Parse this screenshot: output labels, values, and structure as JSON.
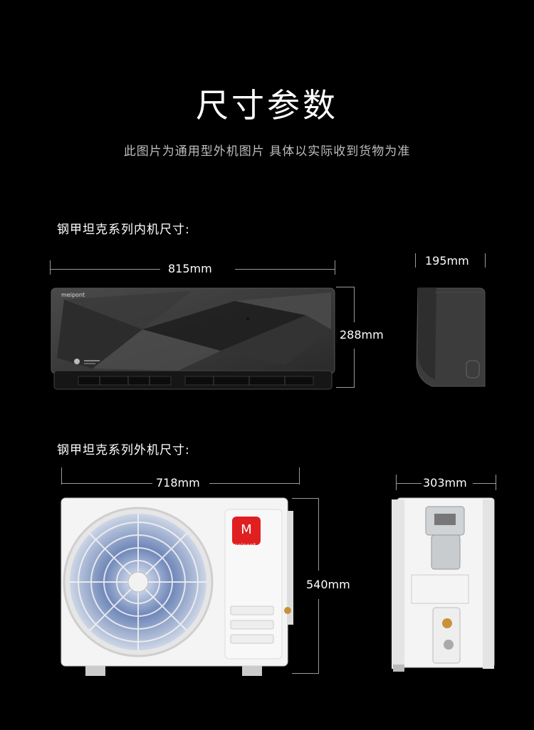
{
  "header": {
    "title": "尺寸参数",
    "subtitle": "此图片为通用型外机图片 具体以实际收到货物为准"
  },
  "indoor": {
    "label": "钢甲坦克系列内机尺寸:",
    "width": "815mm",
    "height": "288mm",
    "depth": "195mm",
    "brand": "meipont"
  },
  "outdoor": {
    "label": "钢甲坦克系列外机尺寸:",
    "width": "718mm",
    "height": "540mm",
    "depth": "303mm",
    "brand": "meipont"
  }
}
